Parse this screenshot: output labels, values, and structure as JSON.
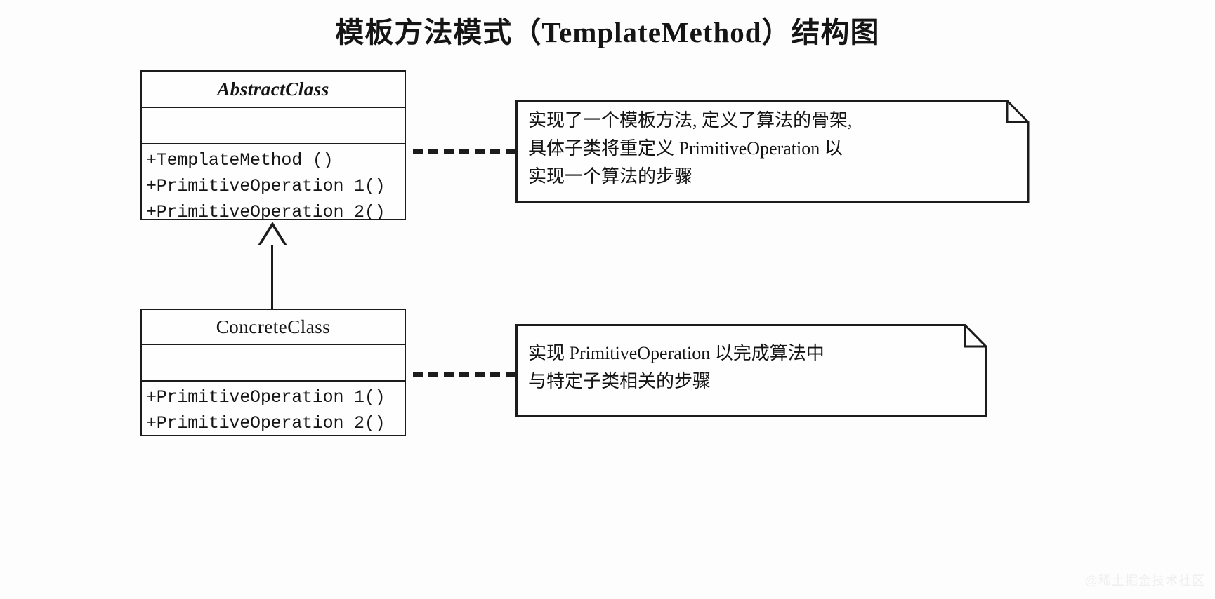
{
  "title": "模板方法模式（TemplateMethod）结构图",
  "classes": [
    {
      "id": "abstract-class",
      "name": "AbstractClass",
      "stereotype": "abstract",
      "attributes": [],
      "operations": [
        "+TemplateMethod ()",
        "+PrimitiveOperation 1()",
        "+PrimitiveOperation 2()"
      ]
    },
    {
      "id": "concrete-class",
      "name": "ConcreteClass",
      "stereotype": "concrete",
      "attributes": [],
      "operations": [
        "+PrimitiveOperation 1()",
        "+PrimitiveOperation 2()"
      ]
    }
  ],
  "notes": [
    {
      "id": "note-abstract",
      "target": "AbstractClass",
      "lines": [
        "实现了一个模板方法, 定义了算法的骨架,",
        "具体子类将重定义 PrimitiveOperation 以",
        "实现一个算法的步骤"
      ]
    },
    {
      "id": "note-concrete",
      "target": "ConcreteClass",
      "lines": [
        "实现 PrimitiveOperation 以完成算法中",
        "与特定子类相关的步骤"
      ]
    }
  ],
  "relations": [
    {
      "id": "generalization",
      "type": "generalization",
      "from": "ConcreteClass",
      "to": "AbstractClass",
      "arrow": "hollow-triangle"
    },
    {
      "id": "note-anchor-abstract",
      "type": "note-anchor",
      "style": "dashed"
    },
    {
      "id": "note-anchor-concrete",
      "type": "note-anchor",
      "style": "dashed"
    }
  ],
  "watermark": "@稀土掘金技术社区",
  "colors": {
    "stroke": "#1c1c1c",
    "fill": "#fefefe",
    "text": "#141414",
    "background": "#fdfdfd",
    "watermark": "#efefef"
  }
}
